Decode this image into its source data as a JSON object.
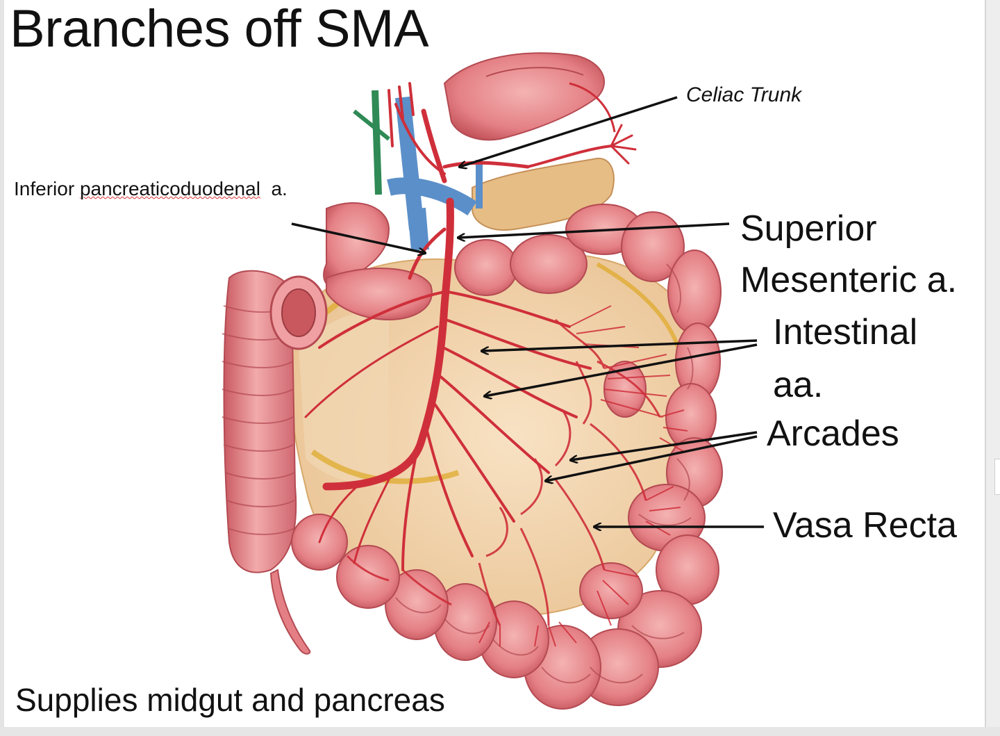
{
  "slide": {
    "title": "Branches off SMA",
    "caption": "Supplies midgut and pancreas"
  },
  "labels": {
    "celiac_trunk": "Celiac Trunk",
    "inferior_pd_word1": "Inferior",
    "inferior_pd_word2": "pancreaticoduodenal",
    "inferior_pd_word3": "a.",
    "sma_line1": "Superior",
    "sma_line2": "Mesenteric a.",
    "intestinal_line1": "Intestinal",
    "intestinal_line2": "aa.",
    "arcades": "Arcades",
    "vasa_recta": "Vasa Recta"
  },
  "colors": {
    "bowel": "#e8878a",
    "bowel_dark": "#c9585e",
    "mesentery": "#f3d0a6",
    "fat": "#e2b23a",
    "artery": "#cf2f3a",
    "vein": "#5b8fc9",
    "nerve_green": "#2f8a55",
    "arrow": "#111111"
  }
}
